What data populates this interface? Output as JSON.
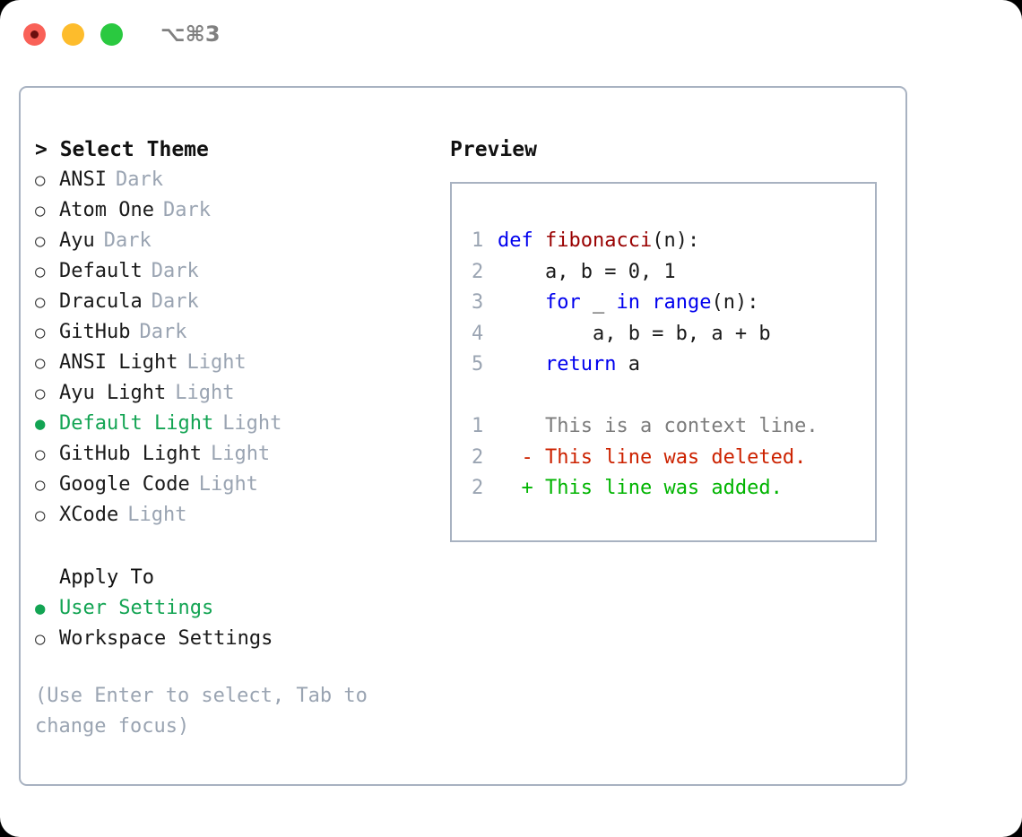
{
  "titlebar": {
    "shortcut": "⌥⌘3",
    "lights": [
      {
        "name": "close",
        "color": "#f96158",
        "recording": true
      },
      {
        "name": "minimize",
        "color": "#fdbc2c",
        "recording": false
      },
      {
        "name": "maximize",
        "color": "#2ac940",
        "recording": false
      }
    ]
  },
  "theme_list": {
    "header": "> Select Theme",
    "marker_unselected": "○",
    "marker_selected": "●",
    "items": [
      {
        "label": "ANSI",
        "category": "Dark",
        "selected": false
      },
      {
        "label": "Atom One",
        "category": "Dark",
        "selected": false
      },
      {
        "label": "Ayu",
        "category": "Dark",
        "selected": false
      },
      {
        "label": "Default",
        "category": "Dark",
        "selected": false
      },
      {
        "label": "Dracula",
        "category": "Dark",
        "selected": false
      },
      {
        "label": "GitHub",
        "category": "Dark",
        "selected": false
      },
      {
        "label": "ANSI Light",
        "category": "Light",
        "selected": false
      },
      {
        "label": "Ayu Light",
        "category": "Light",
        "selected": false
      },
      {
        "label": "Default Light",
        "category": "Light",
        "selected": true
      },
      {
        "label": "GitHub Light",
        "category": "Light",
        "selected": false
      },
      {
        "label": "Google Code",
        "category": "Light",
        "selected": false
      },
      {
        "label": "XCode",
        "category": "Light",
        "selected": false
      }
    ]
  },
  "apply_to": {
    "header": "Apply To",
    "items": [
      {
        "label": "User Settings",
        "selected": true
      },
      {
        "label": "Workspace Settings",
        "selected": false
      }
    ]
  },
  "hint": "(Use Enter to select, Tab to change focus)",
  "preview": {
    "title": "Preview",
    "code_lines": [
      {
        "num": "1",
        "tokens": [
          {
            "text": "def ",
            "kind": "kw"
          },
          {
            "text": "fibonacci",
            "kind": "fn"
          },
          {
            "text": "(n):",
            "kind": "plain"
          }
        ]
      },
      {
        "num": "2",
        "tokens": [
          {
            "text": "    a, b = 0, 1",
            "kind": "plain"
          }
        ]
      },
      {
        "num": "3",
        "tokens": [
          {
            "text": "    ",
            "kind": "plain"
          },
          {
            "text": "for",
            "kind": "kw"
          },
          {
            "text": " _ ",
            "kind": "plain"
          },
          {
            "text": "in",
            "kind": "kw"
          },
          {
            "text": " ",
            "kind": "plain"
          },
          {
            "text": "range",
            "kind": "kw"
          },
          {
            "text": "(n):",
            "kind": "plain"
          }
        ]
      },
      {
        "num": "4",
        "tokens": [
          {
            "text": "        a, b = b, a + b",
            "kind": "plain"
          }
        ]
      },
      {
        "num": "5",
        "tokens": [
          {
            "text": "    ",
            "kind": "plain"
          },
          {
            "text": "return",
            "kind": "kw"
          },
          {
            "text": " a",
            "kind": "plain"
          }
        ]
      }
    ],
    "diff_lines": [
      {
        "num": "1",
        "sign": " ",
        "text": " This is a context line.",
        "kind": "ctx"
      },
      {
        "num": "2",
        "sign": "-",
        "text": " This line was deleted.",
        "kind": "del"
      },
      {
        "num": "2",
        "sign": "+",
        "text": " This line was added.",
        "kind": "add"
      }
    ]
  },
  "colors": {
    "accent_green": "#13a453",
    "diff_add": "#00b400",
    "diff_del": "#cc2200",
    "keyword_blue": "#0000ee",
    "function_red": "#990000",
    "muted": "#9aa4b2",
    "border": "#a8b2c1"
  }
}
